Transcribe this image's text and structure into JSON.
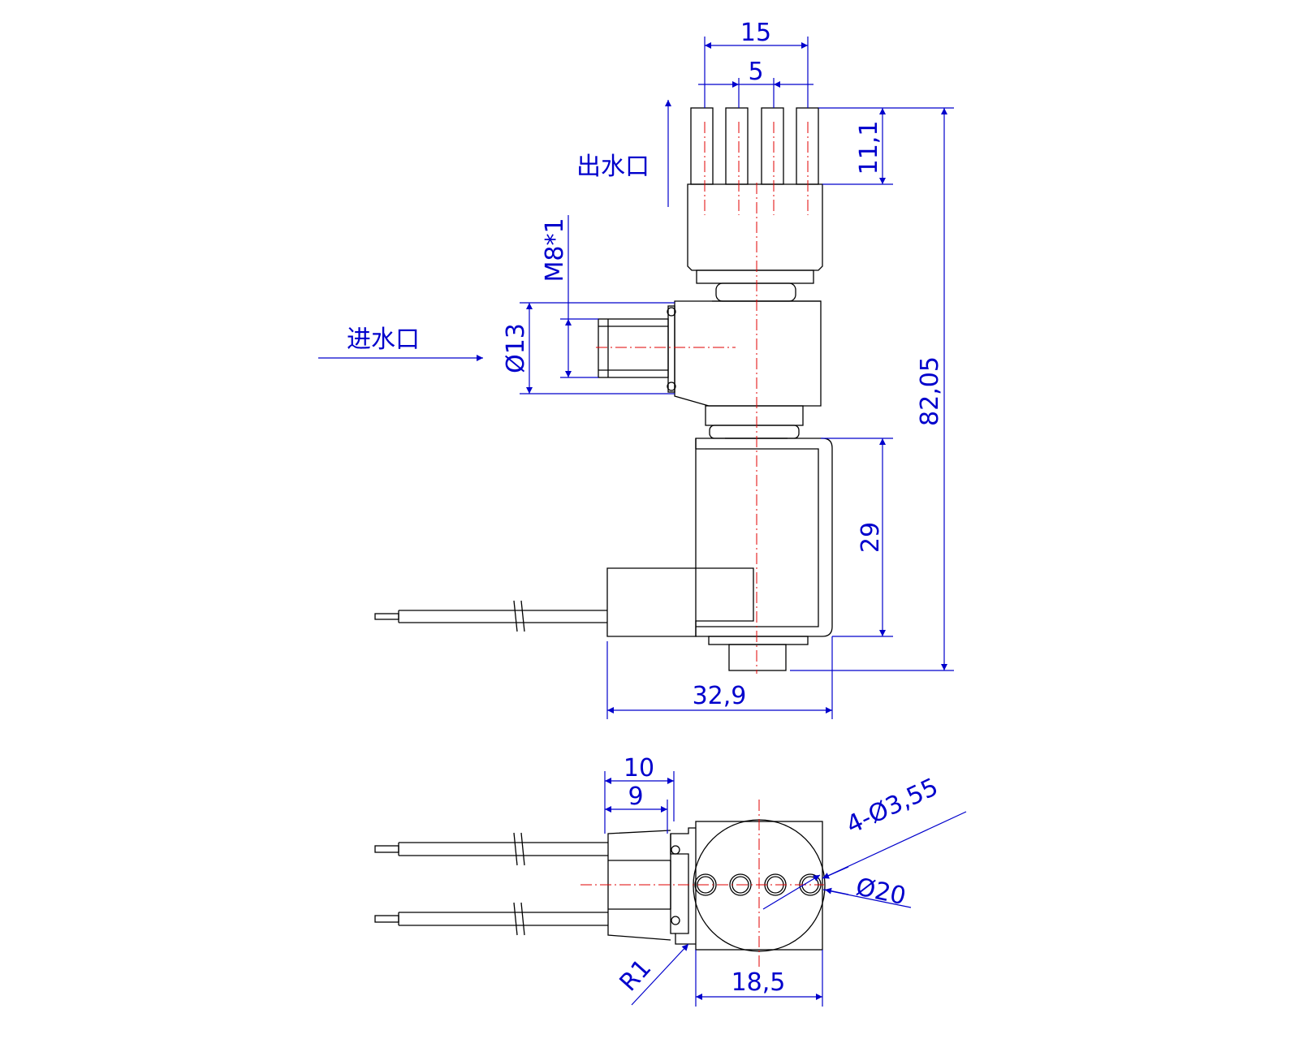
{
  "labels": {
    "outlet": "出水口",
    "inlet": "进水口"
  },
  "dimensions": {
    "outlet_width": "15",
    "pitch": "5",
    "nozzle_length": "11,1",
    "thread": "M8*1",
    "inlet_diameter": "Ø13",
    "total_height": "82,05",
    "coil_height": "29",
    "total_width": "32,9",
    "side_10": "10",
    "side_9": "9",
    "holes": "4-Ø3,55",
    "body_diameter": "Ø20",
    "radius": "R1",
    "body_width": "18,5"
  },
  "colors": {
    "dimension": "#0000cc",
    "centerline": "#e00000",
    "outline": "#000000"
  }
}
